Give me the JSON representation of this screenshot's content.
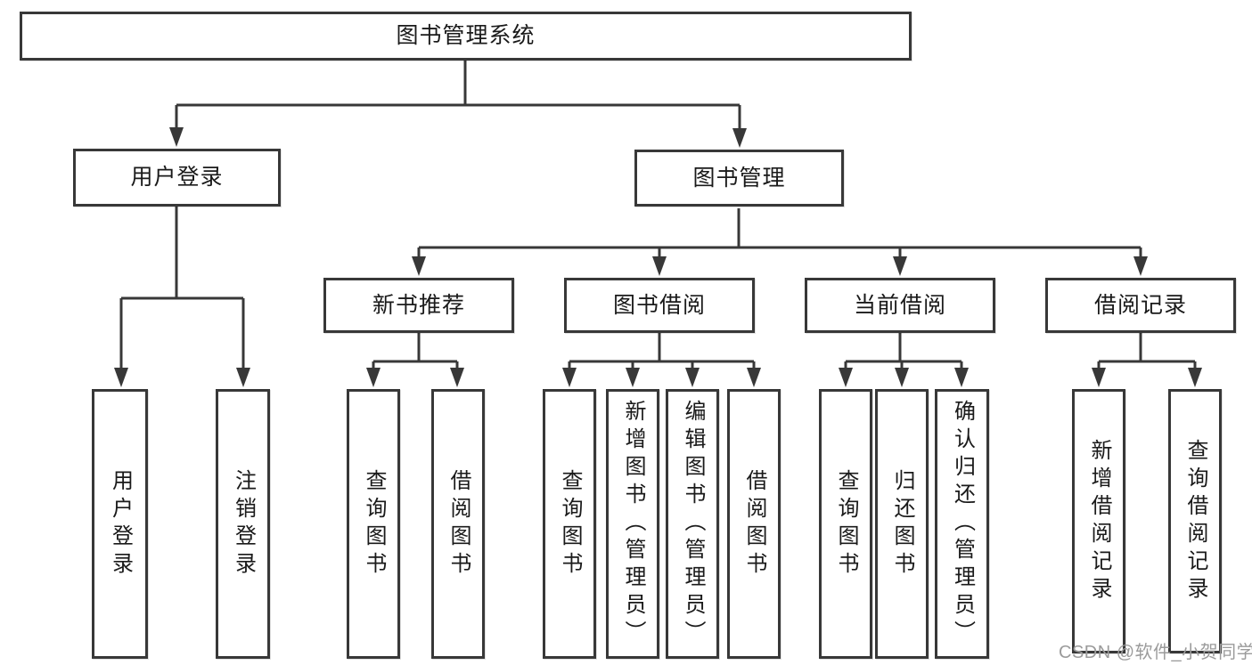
{
  "diagram": {
    "title_node": "图书管理系统",
    "branches": [
      {
        "label": "用户登录"
      },
      {
        "label": "图书管理"
      }
    ],
    "modules": [
      {
        "label": "新书推荐"
      },
      {
        "label": "图书借阅"
      },
      {
        "label": "当前借阅"
      },
      {
        "label": "借阅记录"
      }
    ],
    "leaves": [
      {
        "label": "用户登录"
      },
      {
        "label": "注销登录"
      },
      {
        "label": "查询图书"
      },
      {
        "label": "借阅图书"
      },
      {
        "label": "查询图书"
      },
      {
        "label": "新增图书（管理员）"
      },
      {
        "label": "编辑图书（管理员）"
      },
      {
        "label": "借阅图书"
      },
      {
        "label": "查询图书"
      },
      {
        "label": "归还图书"
      },
      {
        "label": "确认归还（管理员）"
      },
      {
        "label": "新增借阅记录"
      },
      {
        "label": "查询借阅记录"
      }
    ]
  },
  "watermark": {
    "text": "CSDN @软件_小贺同学"
  },
  "colors": {
    "line": "#383838",
    "text": "#1a1a1a",
    "watermark": "#9b9b9b",
    "background": "#ffffff"
  }
}
